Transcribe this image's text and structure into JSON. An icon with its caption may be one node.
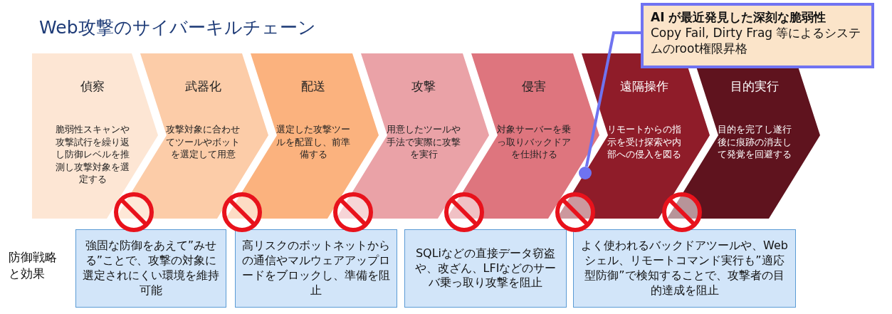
{
  "diagram": {
    "title": "Web攻撃のサイバーキルチェーン",
    "nodes": [
      {
        "text": [
          "偵察",
          "脆弱性スキャンや攻撃試行を繰り返し防御レベルを推測し攻撃対象を選定する"
        ]
      },
      {
        "text": [
          "武器化",
          "攻撃対象に合わせてツールやボットを選定して用意"
        ]
      },
      {
        "text": [
          "配送",
          "選定した攻撃ツールを配置し、前準備する"
        ]
      },
      {
        "text": [
          "攻撃",
          "用意したツールや手法で実際に攻撃を実行"
        ]
      },
      {
        "text": [
          "侵害",
          "対象サーバーを乗っ取りバックドアを仕掛ける"
        ]
      },
      {
        "text": [
          "遠隔操作",
          "リモートからの指示を受け探索や内部への侵入を図る"
        ]
      },
      {
        "text": [
          "目的実行",
          "目的を完了し遂行後に痕跡の消去して発覚を回避する"
        ]
      },
      {
        "text": [
          "強固な防御をあえて”みせる”ことで、攻撃の対象に選定されにくい環境を維持可能"
        ]
      },
      {
        "text": [
          "高リスクのボットネットからの通信やマルウェアアップロードをブロックし、準備を阻止"
        ]
      },
      {
        "text": [
          "SQLiなどの直接データ窃盗や、改ざん、LFIなどのサーバ乗っ取り攻撃を阻止"
        ]
      },
      {
        "text": [
          "よく使われるバックドアツールや、Webシェル、リモートコマンド実行も”適応型防御”で検知することで、攻撃者の目的達成を阻止"
        ]
      },
      {
        "text": [
          "AI が最近発見した深刻な脆弱性",
          "Copy Fail, Dirty Frag 等によるシステムのroot権限昇格"
        ]
      },
      {
        "text": [],
        "shape": "circle",
        "in": 5
      }
    ],
    "edges": [
      {
        "from": 11,
        "to": 12,
        "arrow": "none",
        "color": "#6f73f0"
      }
    ],
    "labels": [
      "防御戦略と効果"
    ]
  }
}
